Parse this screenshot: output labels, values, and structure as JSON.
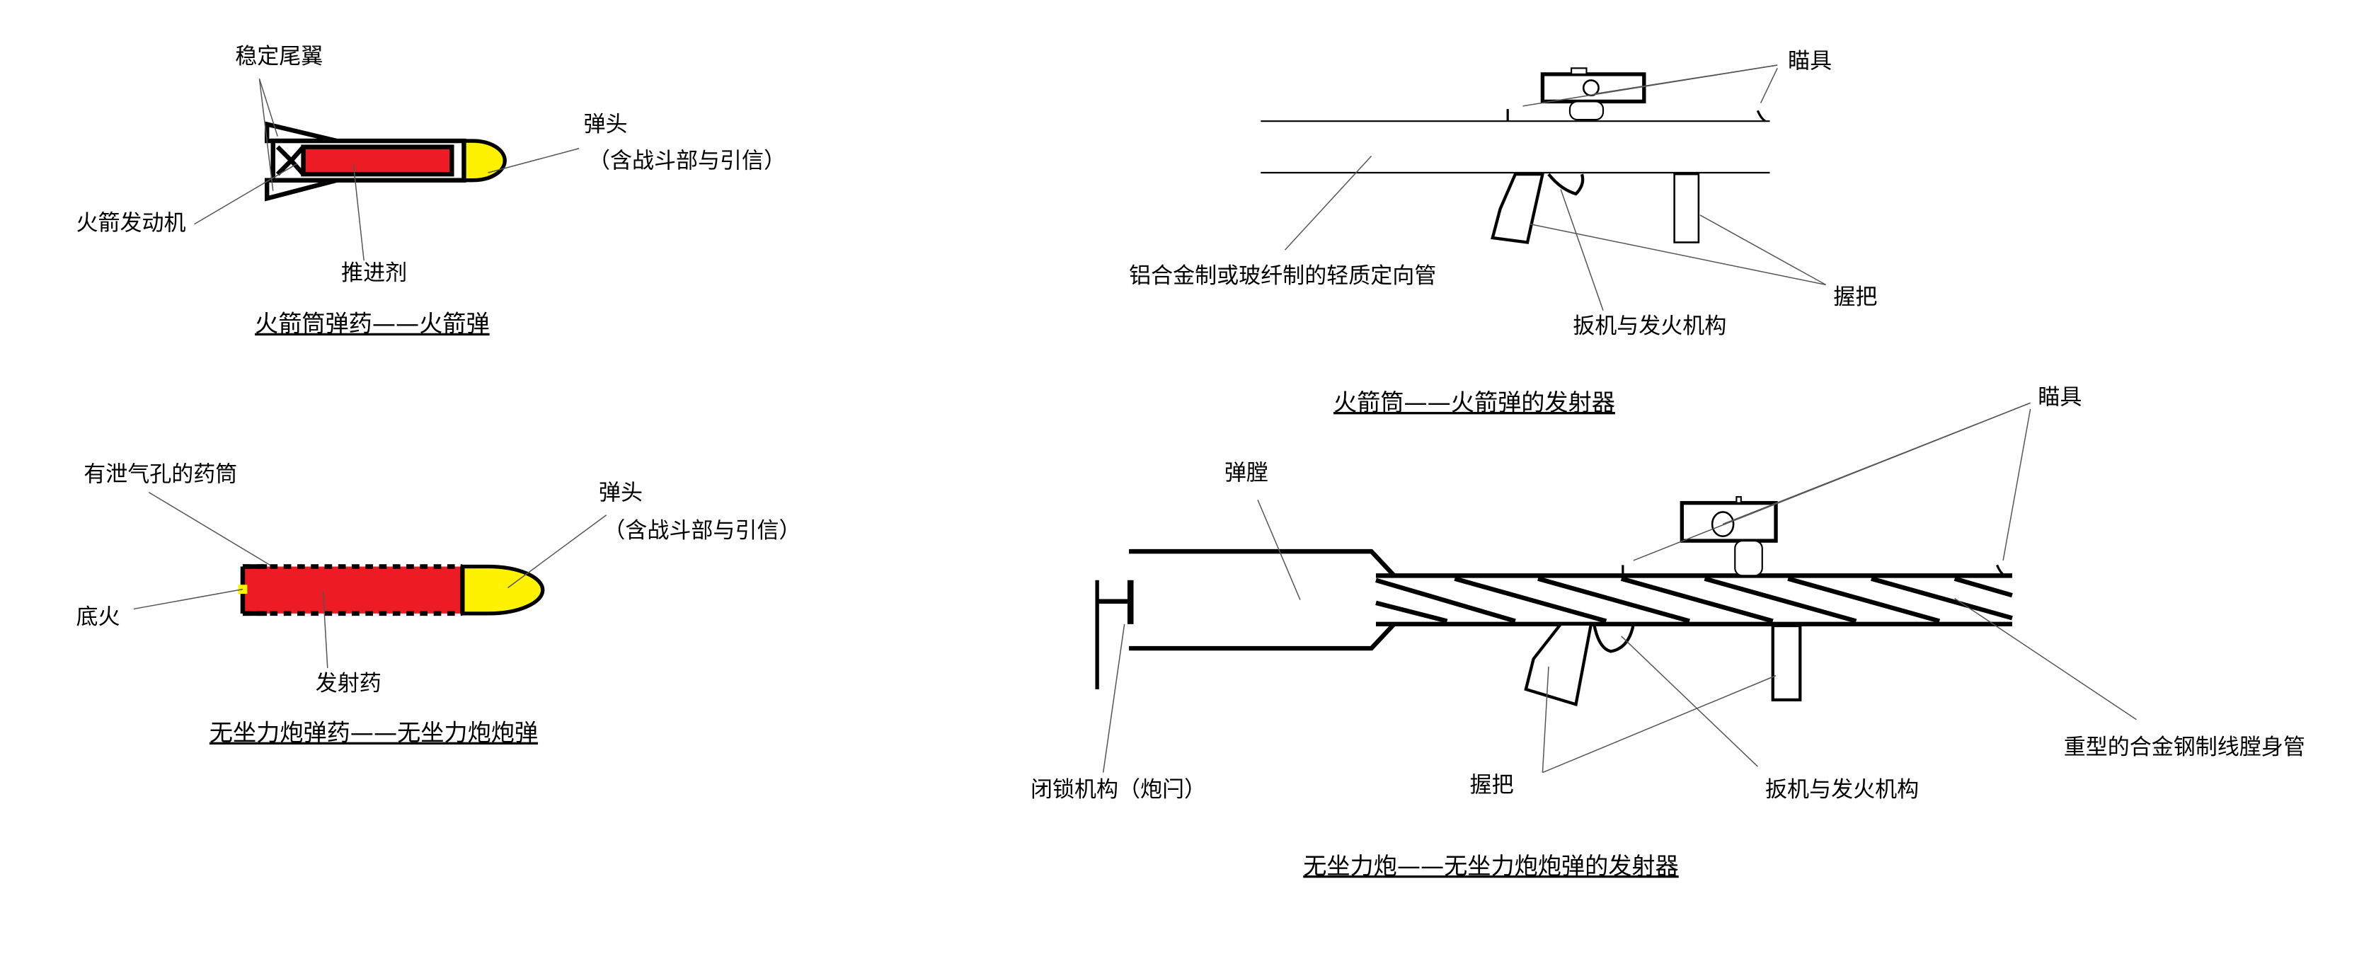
{
  "colors": {
    "propellant": "#ed1c24",
    "warhead": "#fff200",
    "outline": "#000000"
  },
  "rocket_ammo": {
    "title": "火箭筒弹药——火箭弹",
    "labels": {
      "fins": "稳定尾翼",
      "warhead": "弹头",
      "warhead_note": "（含战斗部与引信）",
      "motor": "火箭发动机",
      "propellant": "推进剂"
    }
  },
  "recoilless_ammo": {
    "title": "无坐力炮弹药——无坐力炮炮弹",
    "labels": {
      "case": "有泄气孔的药筒",
      "warhead": "弹头",
      "warhead_note": "（含战斗部与引信）",
      "primer": "底火",
      "charge": "发射药"
    }
  },
  "rocket_launcher": {
    "title": "火箭筒——火箭弹的发射器",
    "labels": {
      "sights": "瞄具",
      "tube": "铝合金制或玻纤制的轻质定向管",
      "grip": "握把",
      "trigger": "扳机与发火机构"
    }
  },
  "recoilless_rifle": {
    "title": "无坐力炮——无坐力炮炮弹的发射器",
    "labels": {
      "sights": "瞄具",
      "chamber": "弹膛",
      "breech": "闭锁机构（炮闩）",
      "grip": "握把",
      "trigger": "扳机与发火机构",
      "barrel": "重型的合金钢制线膛身管"
    }
  }
}
